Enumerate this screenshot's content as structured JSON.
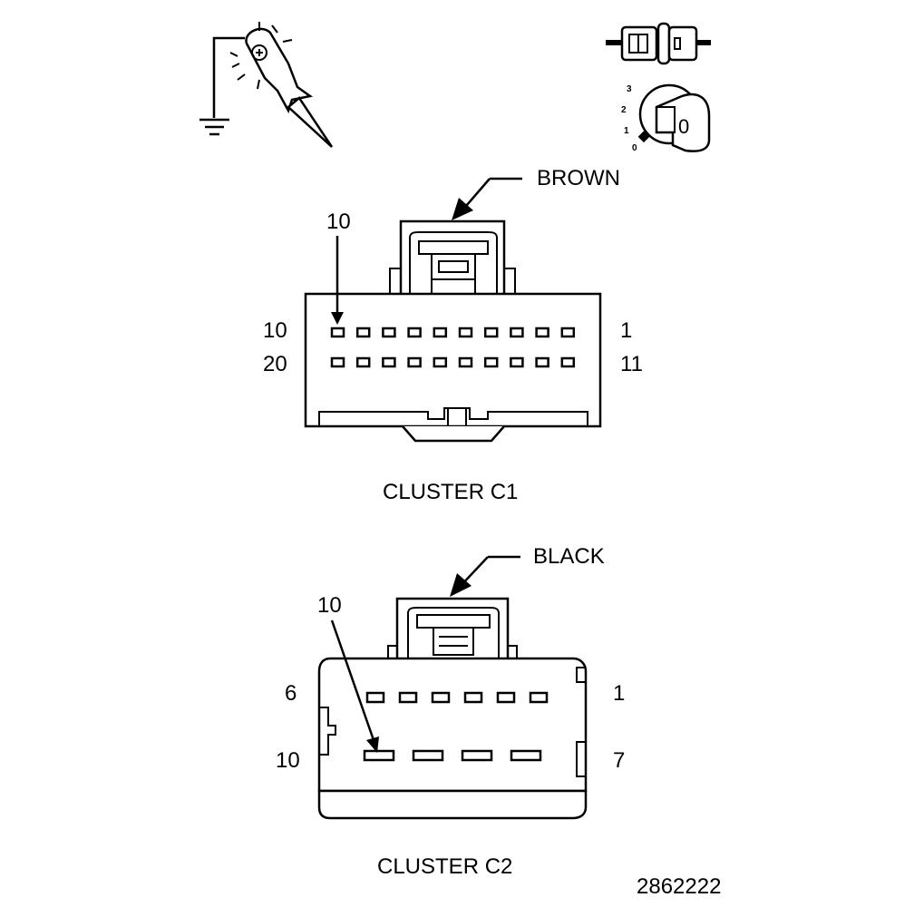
{
  "connector_c1": {
    "color_label": "BROWN",
    "callout_pin": "10",
    "row1_left": "10",
    "row1_right": "1",
    "row2_left": "20",
    "row2_right": "11",
    "caption": "CLUSTER C1"
  },
  "connector_c2": {
    "color_label": "BLACK",
    "callout_pin": "10",
    "row1_left": "6",
    "row1_right": "1",
    "row2_left": "10",
    "row2_right": "7",
    "caption": "CLUSTER C2"
  },
  "ignition_switch": {
    "positions": [
      "3",
      "2",
      "1",
      "0"
    ],
    "key_position": "0"
  },
  "figure_id": "2862222",
  "icons": [
    "test-light-icon",
    "ground-icon",
    "connector-disconnect-icon",
    "ignition-key-icon"
  ]
}
